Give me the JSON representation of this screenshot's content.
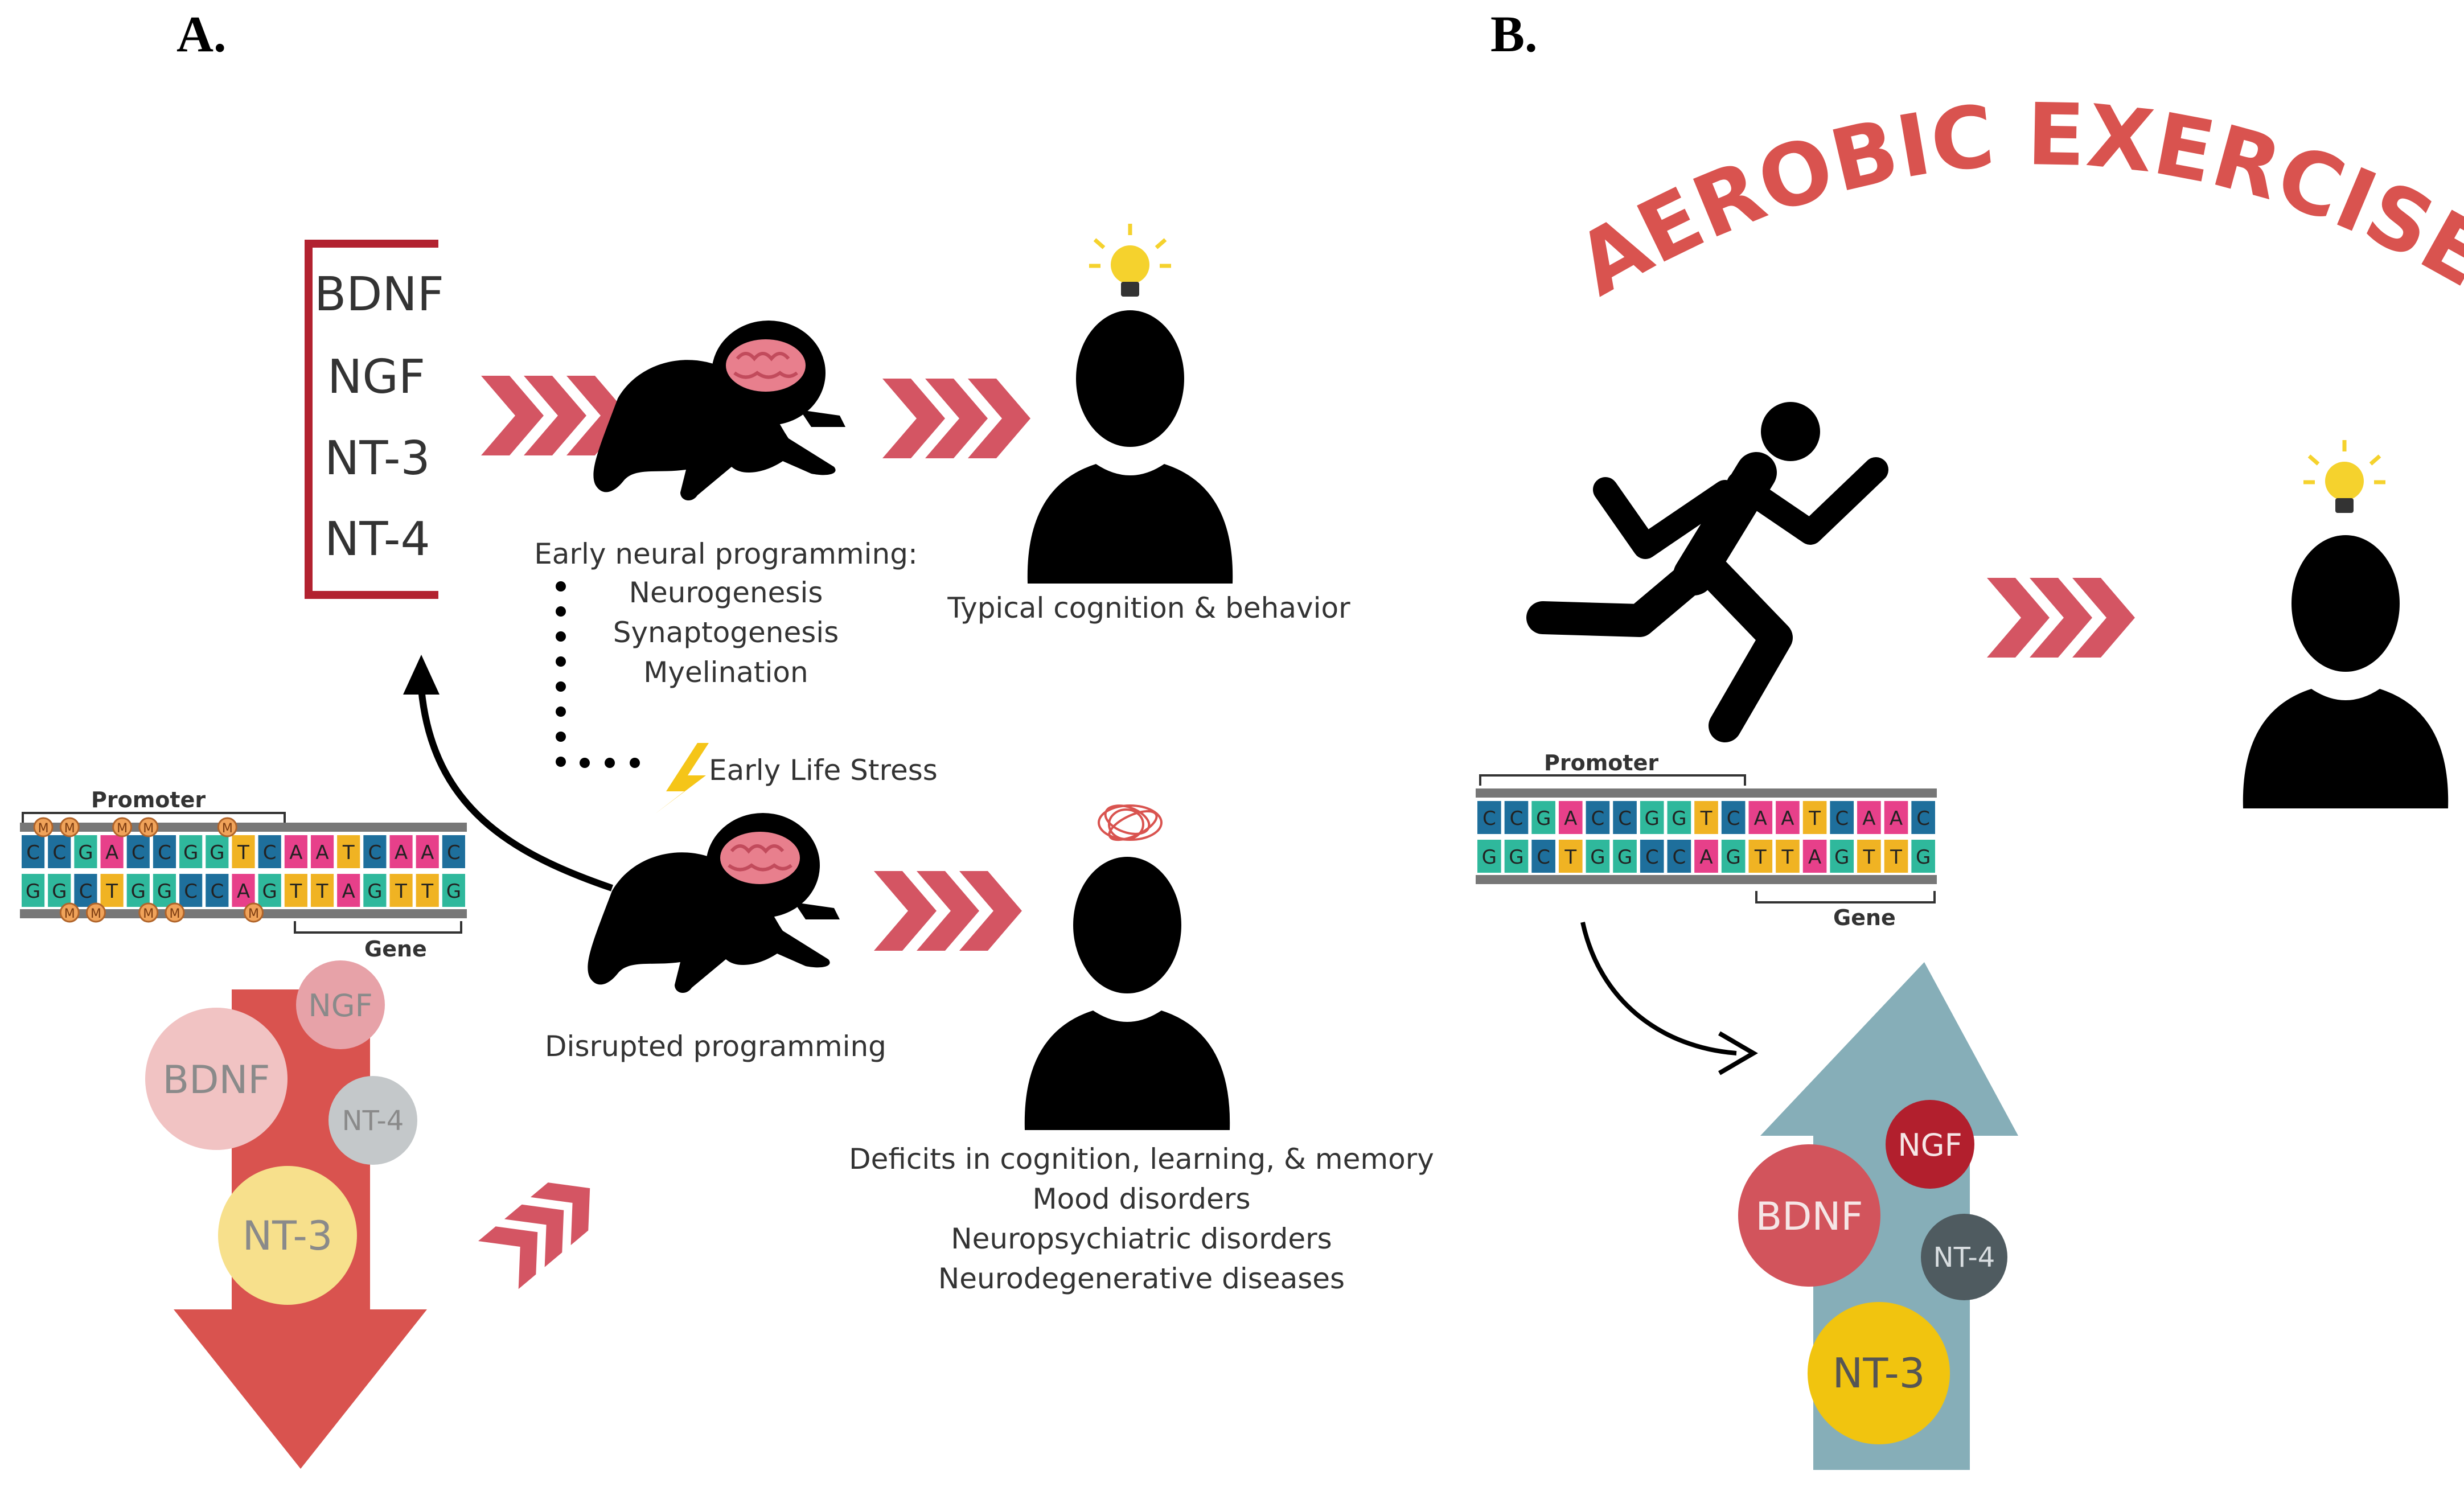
{
  "panel_a": {
    "label": "A.",
    "neurotrophins": [
      "BDNF",
      "NGF",
      "NT-3",
      "NT-4"
    ],
    "early_programming": {
      "heading": "Early neural programming:",
      "items": [
        "Neurogenesis",
        "Synaptogenesis",
        "Myelination"
      ]
    },
    "typical_outcome": "Typical cognition & behavior",
    "stress_label": "Early Life Stress",
    "disrupted_label": "Disrupted programming",
    "deficits": [
      "Deficits in cognition, learning, & memory",
      "Mood disorders",
      "Neuropsychiatric disorders",
      "Neurodegenerative diseases"
    ],
    "dna": {
      "promoter_label": "Promoter",
      "gene_label": "Gene",
      "top_strand": [
        "C",
        "C",
        "G",
        "A",
        "C",
        "C",
        "G",
        "G",
        "T",
        "C",
        "A",
        "A",
        "T",
        "C",
        "A",
        "A",
        "C"
      ],
      "bottom_strand": [
        "G",
        "G",
        "C",
        "T",
        "G",
        "G",
        "C",
        "C",
        "A",
        "G",
        "T",
        "T",
        "A",
        "G",
        "T",
        "T",
        "G"
      ],
      "methyl_mark": "M"
    },
    "decrease_circles": {
      "bdnf": "BDNF",
      "ngf": "NGF",
      "nt4": "NT-4",
      "nt3": "NT-3"
    }
  },
  "panel_b": {
    "label": "B.",
    "title": "AEROBIC EXERCISE",
    "dna": {
      "promoter_label": "Promoter",
      "gene_label": "Gene",
      "top_strand": [
        "C",
        "C",
        "G",
        "A",
        "C",
        "C",
        "G",
        "G",
        "T",
        "C",
        "A",
        "A",
        "T",
        "C",
        "A",
        "A",
        "C"
      ],
      "bottom_strand": [
        "G",
        "G",
        "C",
        "T",
        "G",
        "G",
        "C",
        "C",
        "A",
        "G",
        "T",
        "T",
        "A",
        "G",
        "T",
        "T",
        "G"
      ]
    },
    "increase_circles": {
      "ngf": "NGF",
      "bdnf": "BDNF",
      "nt4": "NT-4",
      "nt3": "NT-3"
    }
  },
  "colors": {
    "accent_red": "#d9534f",
    "chevron": "#d45563",
    "bracket": "#b22230",
    "up_arrow": "#86aeb8",
    "bulb": "#f5d22d",
    "nuc_A": "#e7408a",
    "nuc_C": "#1e6f9c",
    "nuc_G": "#2fb89c",
    "nuc_T": "#f0b323"
  }
}
